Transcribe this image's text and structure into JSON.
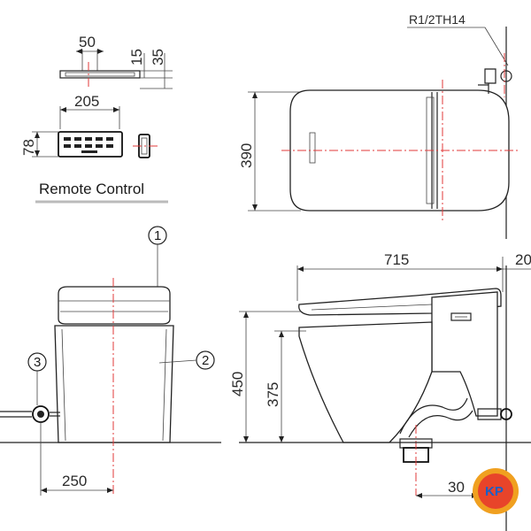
{
  "remote": {
    "caption": "Remote Control",
    "dim_width_top": "50",
    "dim_depth_15": "15",
    "dim_depth_35": "35",
    "dim_width": "205",
    "dim_height": "78"
  },
  "plan": {
    "pipe_label": "R1/2TH14",
    "dim_depth": "390"
  },
  "front": {
    "callout_1": "1",
    "callout_2": "2",
    "callout_3": "3",
    "dim_offset": "250"
  },
  "side": {
    "dim_length": "715",
    "dim_edge": "20",
    "dim_total_height": "450",
    "dim_seat_height": "375",
    "dim_outlet": "30"
  },
  "logo": {
    "text": "KP",
    "colors": {
      "ring": "#f0a020",
      "inner": "#e8442a",
      "text": "#1b5fc4"
    }
  }
}
